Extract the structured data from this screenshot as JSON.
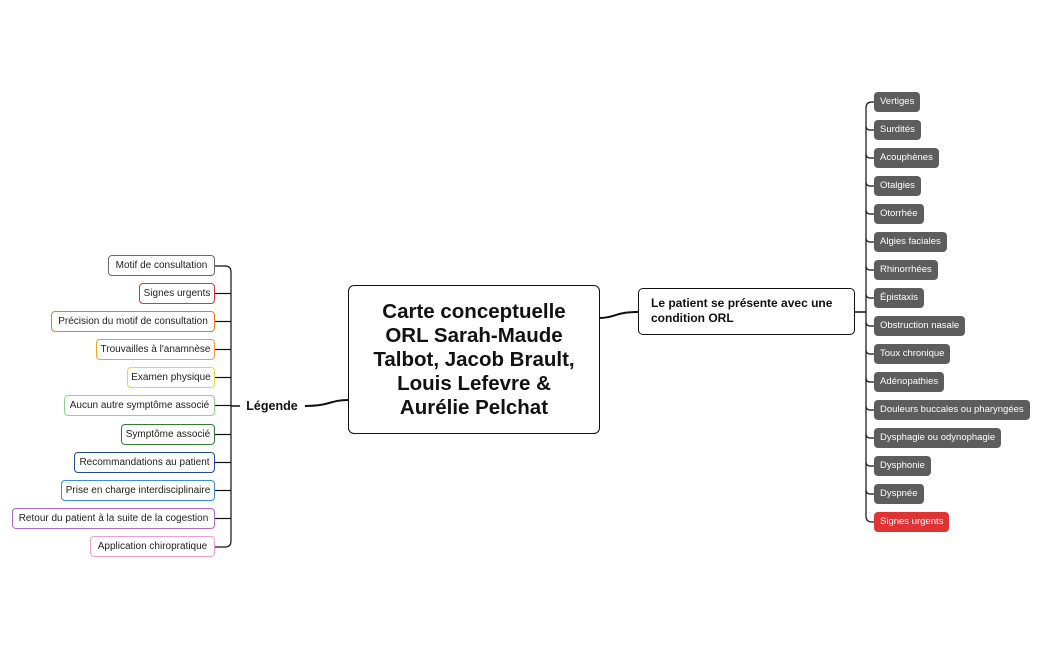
{
  "central": {
    "title": "Carte conceptuelle\nORL Sarah-Maude\nTalbot, Jacob Brault,\nLouis Lefevre &\nAurélie Pelchat"
  },
  "branch": {
    "label": "Le patient se présente avec une\ncondition ORL"
  },
  "legend": {
    "title": "Légende",
    "items": [
      {
        "label": "Motif de consultation",
        "color": "#6b6b6b"
      },
      {
        "label": "Signes urgents",
        "color": "#e03434"
      },
      {
        "label": "Précision du motif de consultation",
        "color": "#f07d1a"
      },
      {
        "label": "Trouvailles à l'anamnèse",
        "color": "#f0a030"
      },
      {
        "label": "Examen physique",
        "color": "#f2d23a"
      },
      {
        "label": "Aucun autre symptôme associé",
        "color": "#8fd48a"
      },
      {
        "label": "Symptôme associé",
        "color": "#2e7d32"
      },
      {
        "label": "Recommandations au patient",
        "color": "#1f4e8c"
      },
      {
        "label": "Prise en charge interdisciplinaire",
        "color": "#3a8fd0"
      },
      {
        "label": "Retour du patient à la suite de la cogestion",
        "color": "#b06ac8"
      },
      {
        "label": "Application chiropratique",
        "color": "#f0a0c8"
      }
    ]
  },
  "conditions": [
    {
      "label": "Vertiges"
    },
    {
      "label": "Surdités"
    },
    {
      "label": "Acouphènes"
    },
    {
      "label": "Otalgies"
    },
    {
      "label": "Otorrhée"
    },
    {
      "label": "Algies faciales"
    },
    {
      "label": "Rhinorrhées"
    },
    {
      "label": "Épistaxis"
    },
    {
      "label": "Obstruction nasale"
    },
    {
      "label": "Toux chronique"
    },
    {
      "label": "Adénopathies"
    },
    {
      "label": "Douleurs buccales ou pharyngées"
    },
    {
      "label": "Dysphagie ou odynophagie"
    },
    {
      "label": "Dysphonie"
    },
    {
      "label": "Dyspnée"
    },
    {
      "label": "Signes urgents",
      "urgent": true
    }
  ]
}
